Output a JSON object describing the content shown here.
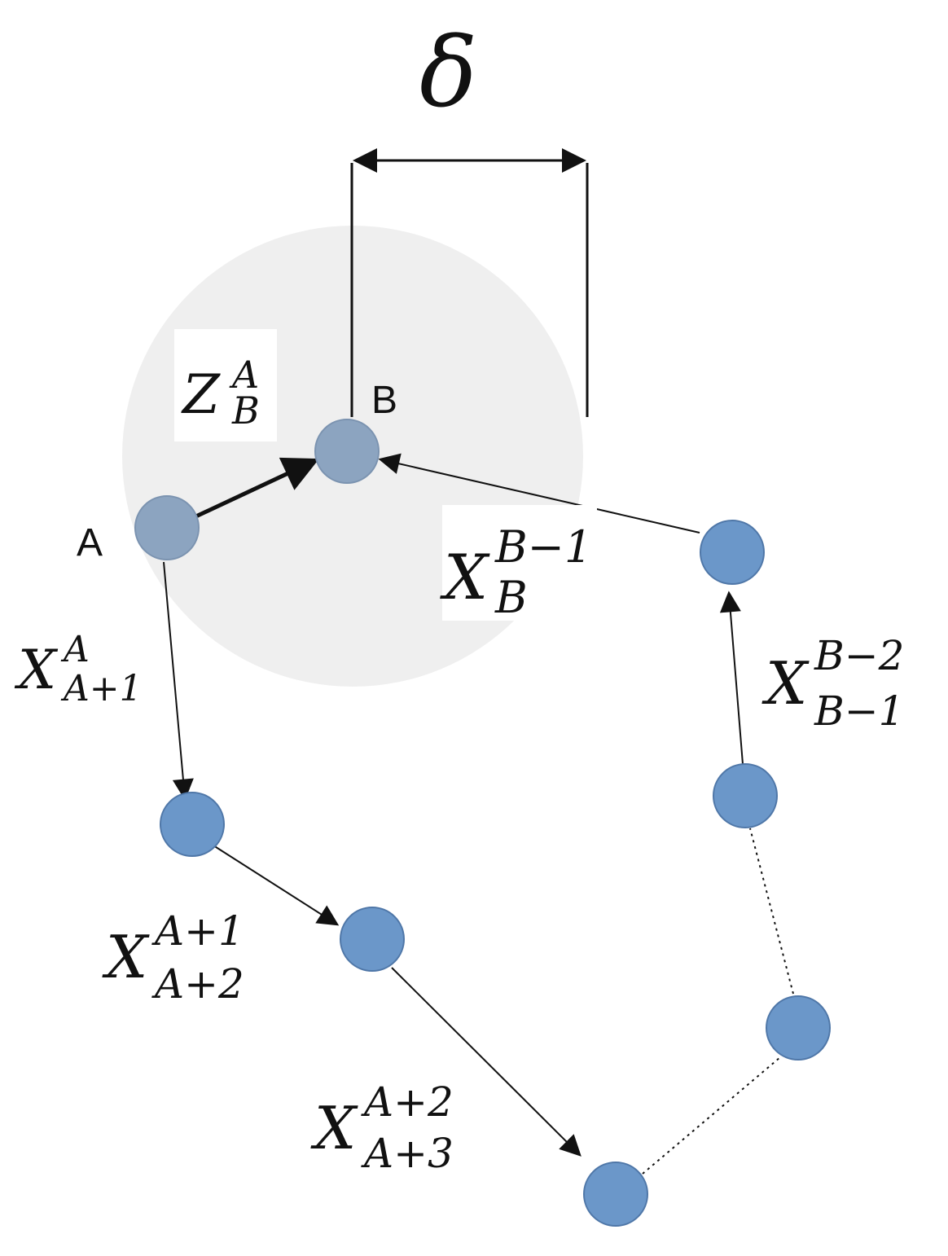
{
  "diagram": {
    "delta_symbol": "δ",
    "node_labels": {
      "a": "A",
      "b": "B"
    },
    "edges": {
      "z_b_a": {
        "base": "Z",
        "sub": "B",
        "sup": "A"
      },
      "x_a1_a": {
        "base": "X",
        "sub": "A+1",
        "sup": "A"
      },
      "x_a2_a1": {
        "base": "X",
        "sub": "A+2",
        "sup": "A+1"
      },
      "x_a3_a2": {
        "base": "X",
        "sub": "A+3",
        "sup": "A+2"
      },
      "x_b_b1": {
        "base": "X",
        "sub": "B",
        "sup": "B−1"
      },
      "x_b1_b2": {
        "base": "X",
        "sub": "B−1",
        "sup": "B−2"
      }
    },
    "colors": {
      "node_fill": "#6b97c9",
      "node_stroke": "#4f77a8",
      "node_ab_fill": "#8ca4c0",
      "region_fill": "#efefef",
      "line": "#111111"
    }
  }
}
